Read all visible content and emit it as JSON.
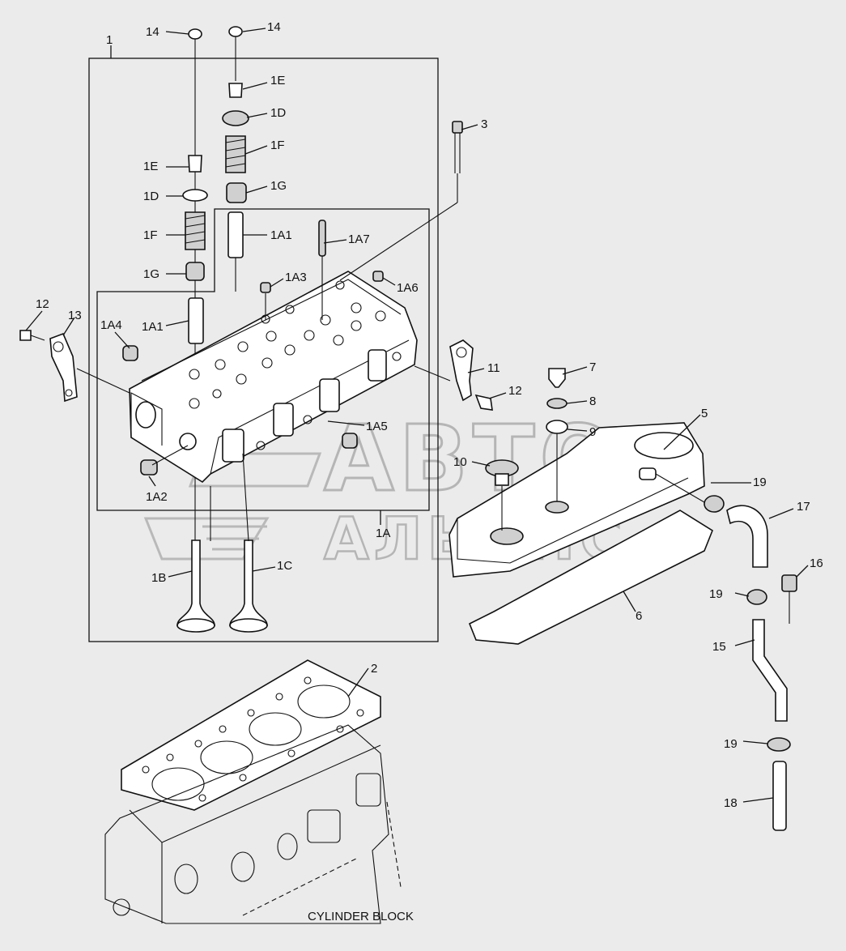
{
  "callouts": {
    "c1": "1",
    "c14a": "14",
    "c14b": "14",
    "c1E_a": "1E",
    "c1D_a": "1D",
    "c1F_a": "1F",
    "c1G_a": "1G",
    "c1E_b": "1E",
    "c1D_b": "1D",
    "c1F_b": "1F",
    "c1G_b": "1G",
    "c1A1_a": "1A1",
    "c1A1_b": "1A1",
    "c1A7": "1A7",
    "c1A3": "1A3",
    "c1A6": "1A6",
    "c1A4": "1A4",
    "c1A5": "1A5",
    "c1A2": "1A2",
    "c1A": "1A",
    "c1B": "1B",
    "c1C": "1C",
    "c2": "2",
    "c3": "3",
    "c5": "5",
    "c6": "6",
    "c7": "7",
    "c8": "8",
    "c9": "9",
    "c10": "10",
    "c11": "11",
    "c12a": "12",
    "c12b": "12",
    "c13": "13",
    "c15": "15",
    "c16": "16",
    "c17": "17",
    "c18": "18",
    "c19a": "19",
    "c19b": "19",
    "c19c": "19"
  },
  "caption": "CYLINDER BLOCK",
  "watermark": {
    "line1": "АВТО",
    "line2": "АЛЬЯНС"
  }
}
